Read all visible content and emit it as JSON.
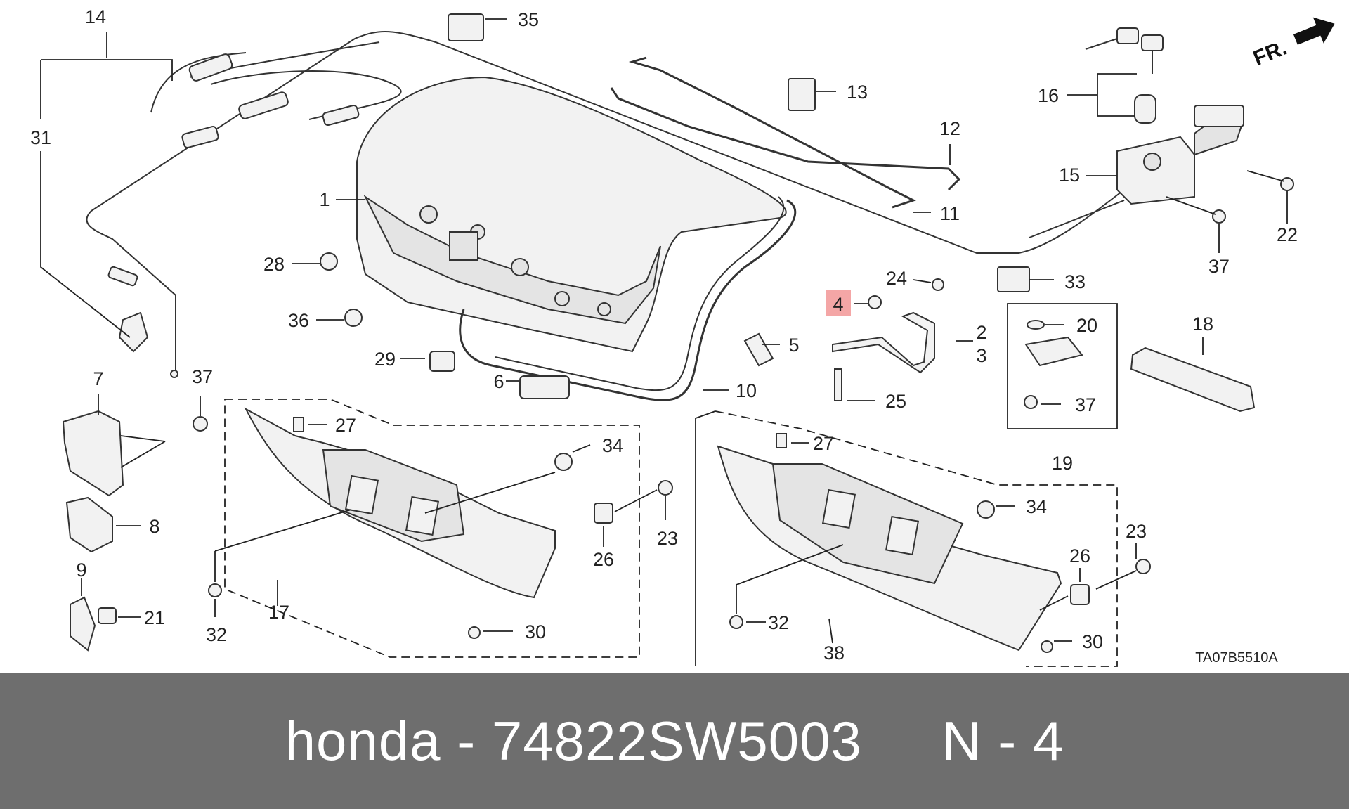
{
  "labels": {
    "l1": "1",
    "l2": "2",
    "l3": "3",
    "l4": "4",
    "l5": "5",
    "l6": "6",
    "l7": "7",
    "l8": "8",
    "l9": "9",
    "l10": "10",
    "l11": "11",
    "l12": "12",
    "l13": "13",
    "l14": "14",
    "l15": "15",
    "l16": "16",
    "l17": "17",
    "l18": "18",
    "l19": "19",
    "l20": "20",
    "l21": "21",
    "l22": "22",
    "l23a": "23",
    "l23b": "23",
    "l24": "24",
    "l25": "25",
    "l26a": "26",
    "l26b": "26",
    "l27a": "27",
    "l27b": "27",
    "l28": "28",
    "l29": "29",
    "l30a": "30",
    "l30b": "30",
    "l31": "31",
    "l32a": "32",
    "l32b": "32",
    "l33": "33",
    "l34a": "34",
    "l34b": "34",
    "l35": "35",
    "l36": "36",
    "l37a": "37",
    "l37b": "37",
    "l37c": "37",
    "l38": "38"
  },
  "direction_marker": "FR.",
  "diagram_code": "TA07B5510A",
  "highlight": {
    "label": "4",
    "color": "#f4a6a6"
  },
  "footer": {
    "text": "honda - 74822SW5003     N - 4",
    "background": "#6e6e6e",
    "text_color": "#ffffff"
  }
}
